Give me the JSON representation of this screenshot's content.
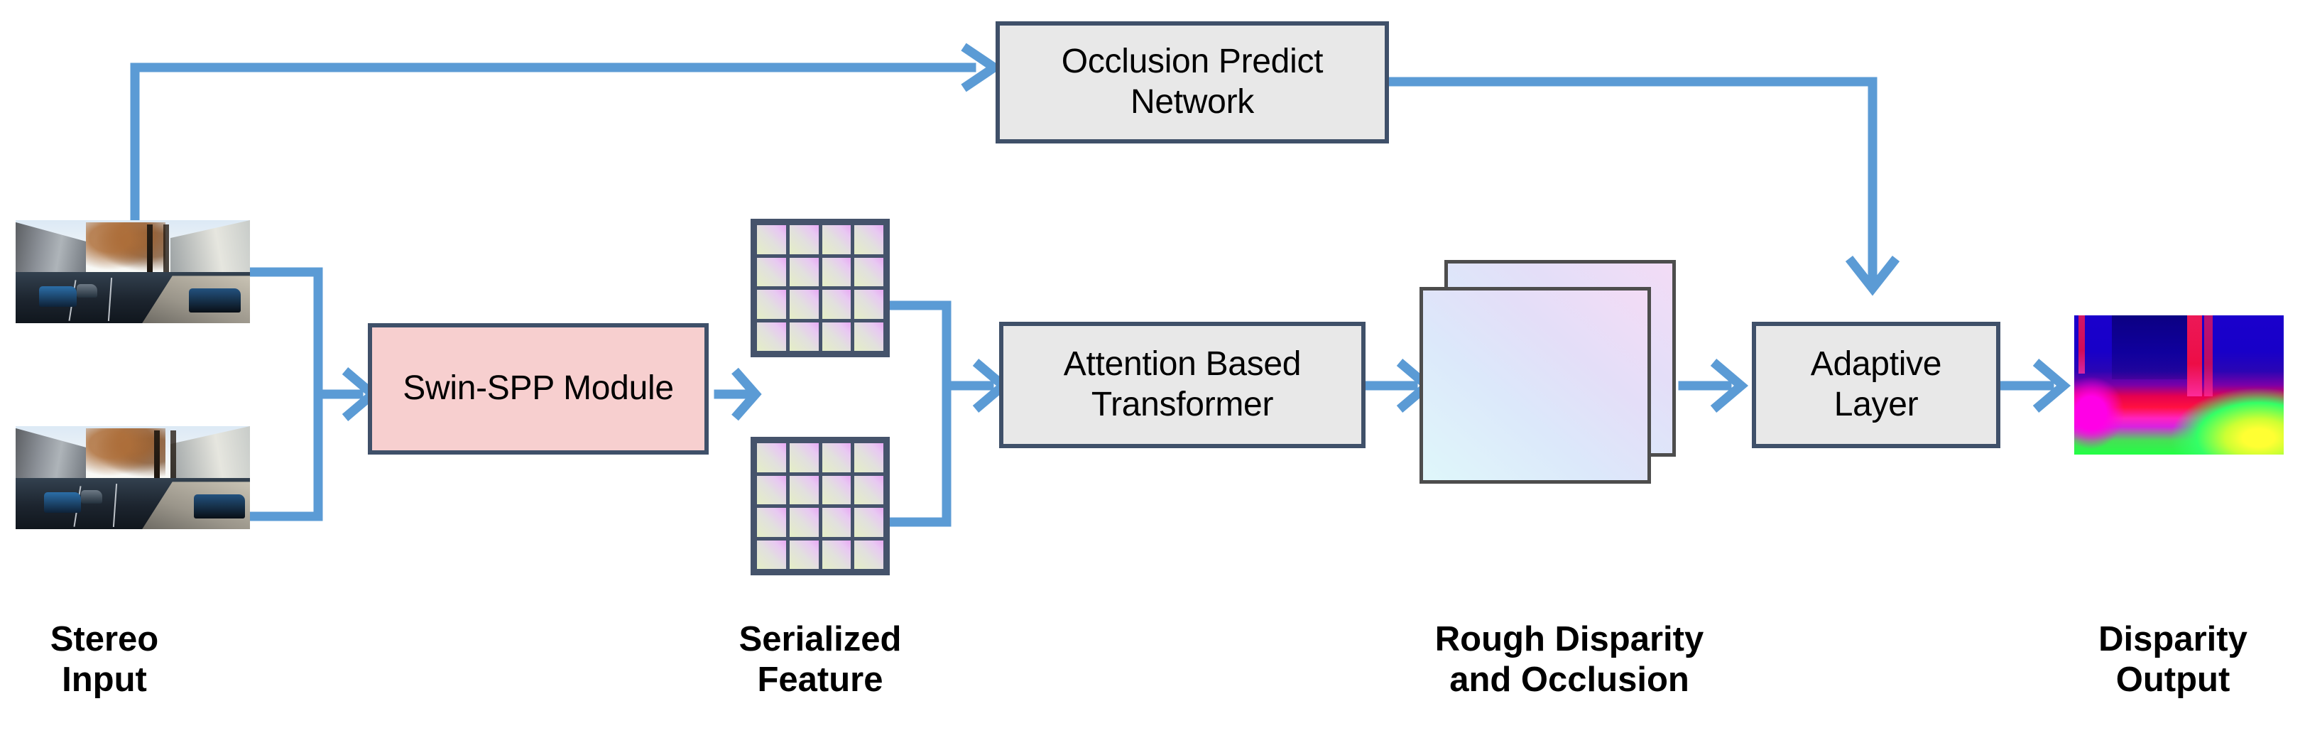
{
  "diagram": {
    "title": "Stereo matching network pipeline",
    "accent_color": "#5B9BD5",
    "box_border_color": "#3F5069",
    "box_fill_color": "#E8E8E8",
    "highlight_fill_color": "#F7CFCF",
    "background_color": "#FFFFFF"
  },
  "boxes": {
    "occlusion_predict_network": {
      "label": "Occlusion Predict\nNetwork",
      "fill": "#E8E8E8"
    },
    "swin_spp_module": {
      "label": "Swin-SPP Module",
      "fill": "#F7CFCF"
    },
    "attention_based_transformer": {
      "label": "Attention Based\nTransformer",
      "fill": "#E8E8E8"
    },
    "adaptive_layer": {
      "label": "Adaptive\nLayer",
      "fill": "#E8E8E8"
    }
  },
  "captions": {
    "stereo_input": "Stereo\nInput",
    "serialized_feature": "Serialized\nFeature",
    "rough_disparity_and_occlusion": "Rough Disparity\nand Occlusion",
    "disparity_output": "Disparity\nOutput"
  },
  "visuals": {
    "stereo_image_top": "street-scene-photo-left",
    "stereo_image_bottom": "street-scene-photo-right",
    "feature_grid_top": "serialized-feature-grid-4x4",
    "feature_grid_bottom": "serialized-feature-grid-4x4",
    "rough_disparity_planes": "stacked-feature-planes",
    "disparity_map": "colorized-disparity-map"
  },
  "connectors": [
    {
      "name": "stereo-input-to-occlusion-predict-network",
      "from": "stereo_images",
      "to": "occlusion_predict_network",
      "style": "elbow-arrow"
    },
    {
      "name": "stereo-input-to-swin-spp",
      "from": "stereo_images",
      "to": "swin_spp_module",
      "style": "merge-bracket-arrow"
    },
    {
      "name": "swin-spp-to-serialized-feature",
      "from": "swin_spp_module",
      "to": "serialized_feature",
      "style": "straight-arrow"
    },
    {
      "name": "serialized-feature-to-transformer",
      "from": "serialized_feature",
      "to": "attention_based_transformer",
      "style": "merge-bracket-arrow"
    },
    {
      "name": "transformer-to-rough-disparity",
      "from": "attention_based_transformer",
      "to": "rough_disparity",
      "style": "straight-arrow"
    },
    {
      "name": "rough-disparity-to-adaptive-layer",
      "from": "rough_disparity",
      "to": "adaptive_layer",
      "style": "straight-arrow"
    },
    {
      "name": "occlusion-network-to-adaptive-layer",
      "from": "occlusion_predict_network",
      "to": "adaptive_layer",
      "style": "elbow-arrow-down"
    },
    {
      "name": "adaptive-layer-to-disparity-output",
      "from": "adaptive_layer",
      "to": "disparity_output",
      "style": "straight-arrow"
    }
  ]
}
